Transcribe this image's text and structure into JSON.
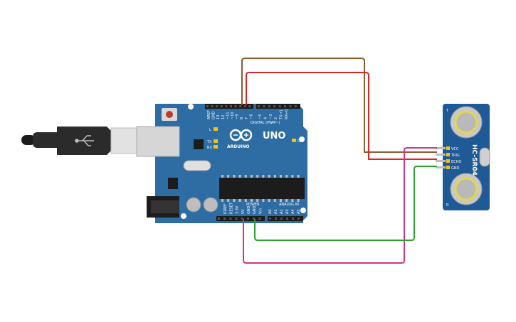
{
  "board": {
    "model_label": "UNO",
    "brand_label": "ARDUINO",
    "digital_header_label": "DIGITAL (PWM~)",
    "analog_header_label": "ANALOG IN",
    "power_header_label": "POWER",
    "led_l_label": "L",
    "led_tx_label": "TX",
    "led_rx_label": "RX",
    "on_label": "ON",
    "digital_pins": [
      "AREF",
      "GND",
      "13",
      "12",
      "~11",
      "~10",
      "~9",
      "8",
      "7",
      "~6",
      "~5",
      "4",
      "~3",
      "2",
      "TX→1",
      "RX←0"
    ],
    "power_pins": [
      "IOREF",
      "RESET",
      "3.3V",
      "5V",
      "GND",
      "GND",
      "Vin"
    ],
    "analog_pins": [
      "A0",
      "A1",
      "A2",
      "A3",
      "A4",
      "A5"
    ],
    "color": "#2e6da4"
  },
  "sensor": {
    "model_label": "HC-SR04",
    "pins": [
      "VCC",
      "TRIG",
      "ECHO",
      "GND"
    ],
    "color": "#1f5a96"
  },
  "wires": [
    {
      "from": "Arduino ~10",
      "to": "HC-SR04 TRIG",
      "color": "#8b5a2b"
    },
    {
      "from": "Arduino ~9",
      "to": "HC-SR04 ECHO",
      "color": "#d62728"
    },
    {
      "from": "Arduino 5V",
      "to": "HC-SR04 VCC",
      "color": "#d63384"
    },
    {
      "from": "Arduino GND",
      "to": "HC-SR04 GND",
      "color": "#2ca02c"
    }
  ],
  "cable": {
    "color": "#2b2b2b",
    "connector_color": "#d9d9d9"
  }
}
